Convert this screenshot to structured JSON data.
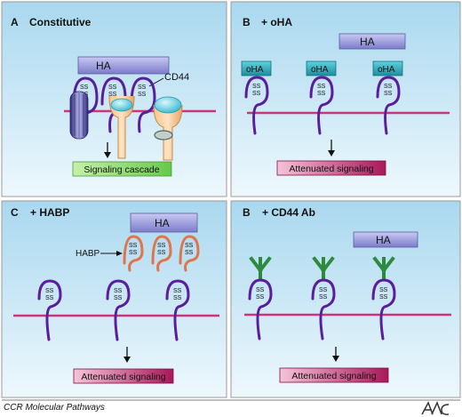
{
  "panels": {
    "a": {
      "letter": "A",
      "title": "Constitutive",
      "ha": "HA",
      "cd44": "CD44",
      "ss": "SS",
      "signal": "Signaling cascade"
    },
    "b": {
      "letter": "B",
      "title": "+ oHA",
      "ha": "HA",
      "oha": "oHA",
      "ss": "SS",
      "signal": "Attenuated signaling"
    },
    "c": {
      "letter": "C",
      "title": "+ HABP",
      "ha": "HA",
      "habp": "HABP",
      "ss": "SS",
      "signal": "Attenuated signaling"
    },
    "d": {
      "letter": "B",
      "title": "+ CD44 Ab",
      "ha": "HA",
      "ss": "SS",
      "signal": "Attenuated signaling"
    }
  },
  "footer": {
    "text": "CCR Molecular Pathways",
    "logo": "AACR"
  },
  "colors": {
    "panel_top": "#a9d8ef",
    "panel_bottom": "#eaf6fc",
    "membrane": "#d0337a",
    "cd44": "#5a1d9e",
    "ha_fill": "#8c8cd8",
    "oha_fill": "#2aa2b4",
    "habp": "#e0744a",
    "antibody": "#2e8b3e",
    "signal_green": "#8ed86b",
    "signal_purple": "#a8185a"
  }
}
